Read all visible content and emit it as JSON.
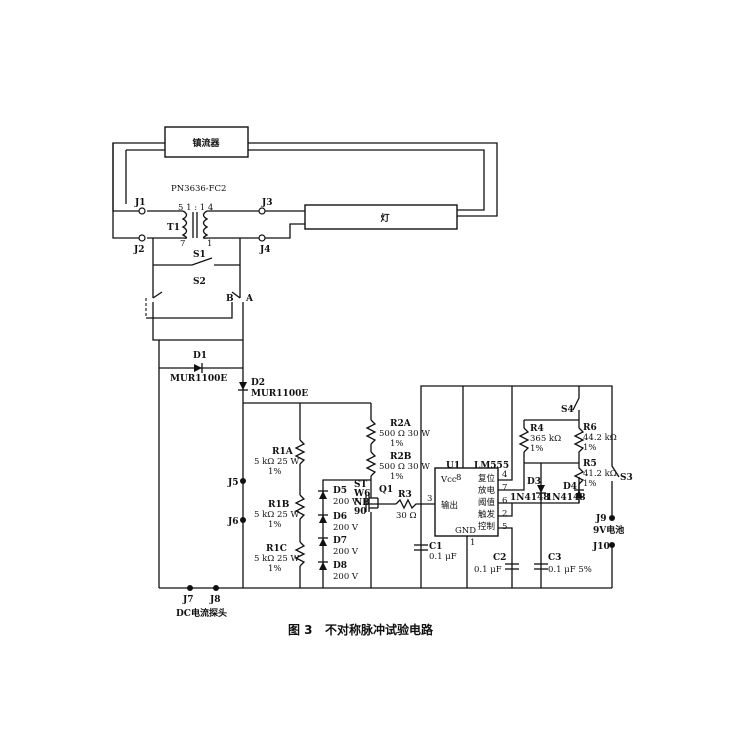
{
  "diagram": {
    "ballast": "镇流器",
    "lamp": "灯",
    "transformer": {
      "part": "PN3636-FC2",
      "ref": "T1",
      "ratio": "5 1 : 1 4",
      "pin7": "7",
      "pin1": "1"
    },
    "jacks": {
      "j1": "J1",
      "j2": "J2",
      "j3": "J3",
      "j4": "J4",
      "j5": "J5",
      "j6": "J6",
      "j7": "J7",
      "j8": "J8",
      "j9": "J9",
      "j10": "J10"
    },
    "switches": {
      "s1": "S1",
      "s2": "S2",
      "s3": "S3",
      "s4": "S4",
      "b": "B",
      "a": "A"
    },
    "d1": {
      "ref": "D1",
      "part": "MUR1100E"
    },
    "d2": {
      "ref": "D2",
      "part": "MUR1100E"
    },
    "r1a": {
      "ref": "R1A",
      "value": "5 kΩ 25 W",
      "tol": "1%"
    },
    "r1b": {
      "ref": "R1B",
      "value": "5 kΩ 25 W",
      "tol": "1%"
    },
    "r1c": {
      "ref": "R1C",
      "value": "5 kΩ 25 W",
      "tol": "1%"
    },
    "zeners": {
      "d5": "D5",
      "d6": "D6",
      "d7": "D7",
      "d8": "D8",
      "v5": "200 V",
      "v6": "200 V",
      "v7": "200 V",
      "v8": "200 V"
    },
    "q1": {
      "ref": "Q1",
      "line1": "ST",
      "line2": "W6",
      "line3": "NB",
      "line4": "90"
    },
    "r2a": {
      "ref": "R2A",
      "value": "500 Ω 30 W",
      "tol": "1%"
    },
    "r2b": {
      "ref": "R2B",
      "value": "500 Ω 30 W",
      "tol": "1%"
    },
    "r3": {
      "ref": "R3",
      "value": "30 Ω"
    },
    "u1": {
      "ref": "U1",
      "part": "LM555",
      "vcc": "Vcc",
      "gnd": "GND",
      "pin8": "8",
      "out": "输出",
      "reset": "复位",
      "discharge": "放电",
      "threshold": "阈值",
      "trigger": "触发",
      "control": "控制",
      "p3": "3",
      "p4": "4",
      "p7": "7",
      "p6": "6",
      "p2": "2",
      "p5": "5",
      "p1": "1"
    },
    "r4": {
      "ref": "R4",
      "value": "365 kΩ",
      "tol": "1%"
    },
    "r5": {
      "ref": "R5",
      "value": "41.2 kΩ",
      "tol": "1%"
    },
    "r6": {
      "ref": "R6",
      "value": "44.2 kΩ",
      "tol": "1%"
    },
    "d3": {
      "ref": "D3",
      "part": "1N4148"
    },
    "d4": {
      "ref": "D4",
      "part": "1N4148"
    },
    "c1": {
      "ref": "C1",
      "value": "0.1 μF"
    },
    "c2": {
      "ref": "C2",
      "value": "0.1 μF"
    },
    "c3": {
      "ref": "C3",
      "value": "0.1 μF 5%"
    },
    "battery": "9V电池",
    "probe": "DC电流探头"
  },
  "caption": {
    "number": "图 3",
    "text": "不对称脉冲试验电路"
  }
}
